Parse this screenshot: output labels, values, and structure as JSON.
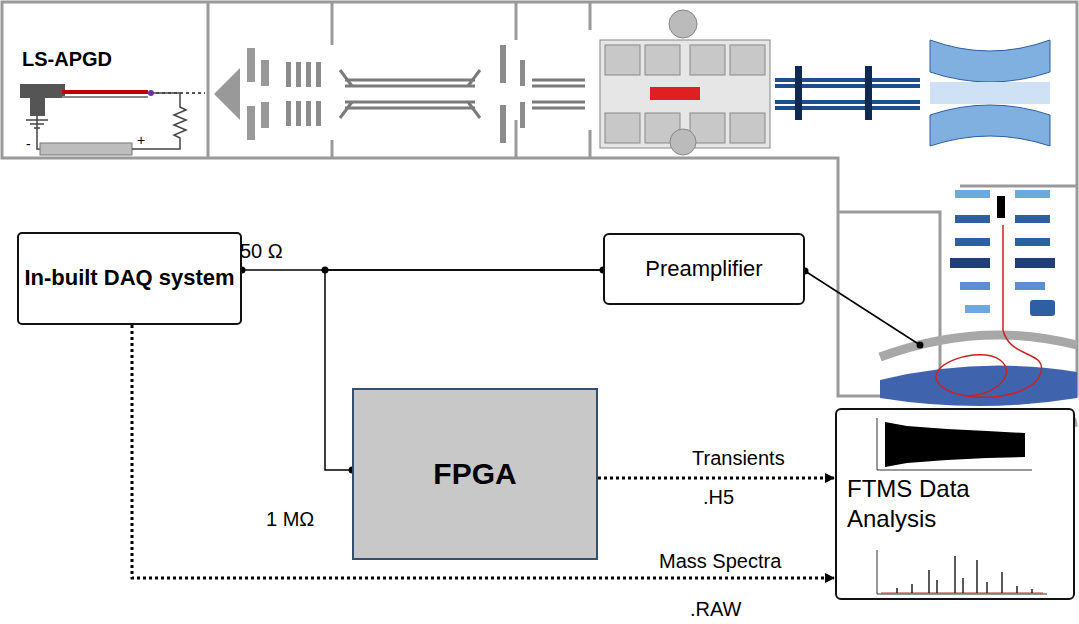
{
  "diagram": {
    "nodes": [
      {
        "text": [
          "In-built DAQ system"
        ]
      },
      {
        "text": [
          "Preamplifier"
        ]
      },
      {
        "text": [
          "FPGA"
        ]
      },
      {
        "text": [
          "FTMS Data Analysis"
        ]
      }
    ],
    "edges": [
      {
        "from": 1,
        "to": 0,
        "arrow": "none"
      },
      {
        "from": 1,
        "to": 2,
        "arrow": "none"
      },
      {
        "from": 2,
        "to": 3,
        "label": "Transients",
        "arrow": "to"
      },
      {
        "from": 0,
        "to": 3,
        "label": "Mass Spectra",
        "arrow": "to"
      }
    ],
    "labels": [
      "LS-APGD",
      "-",
      "+",
      "50 Ω",
      "1 MΩ",
      ".H5",
      ".RAW"
    ]
  }
}
